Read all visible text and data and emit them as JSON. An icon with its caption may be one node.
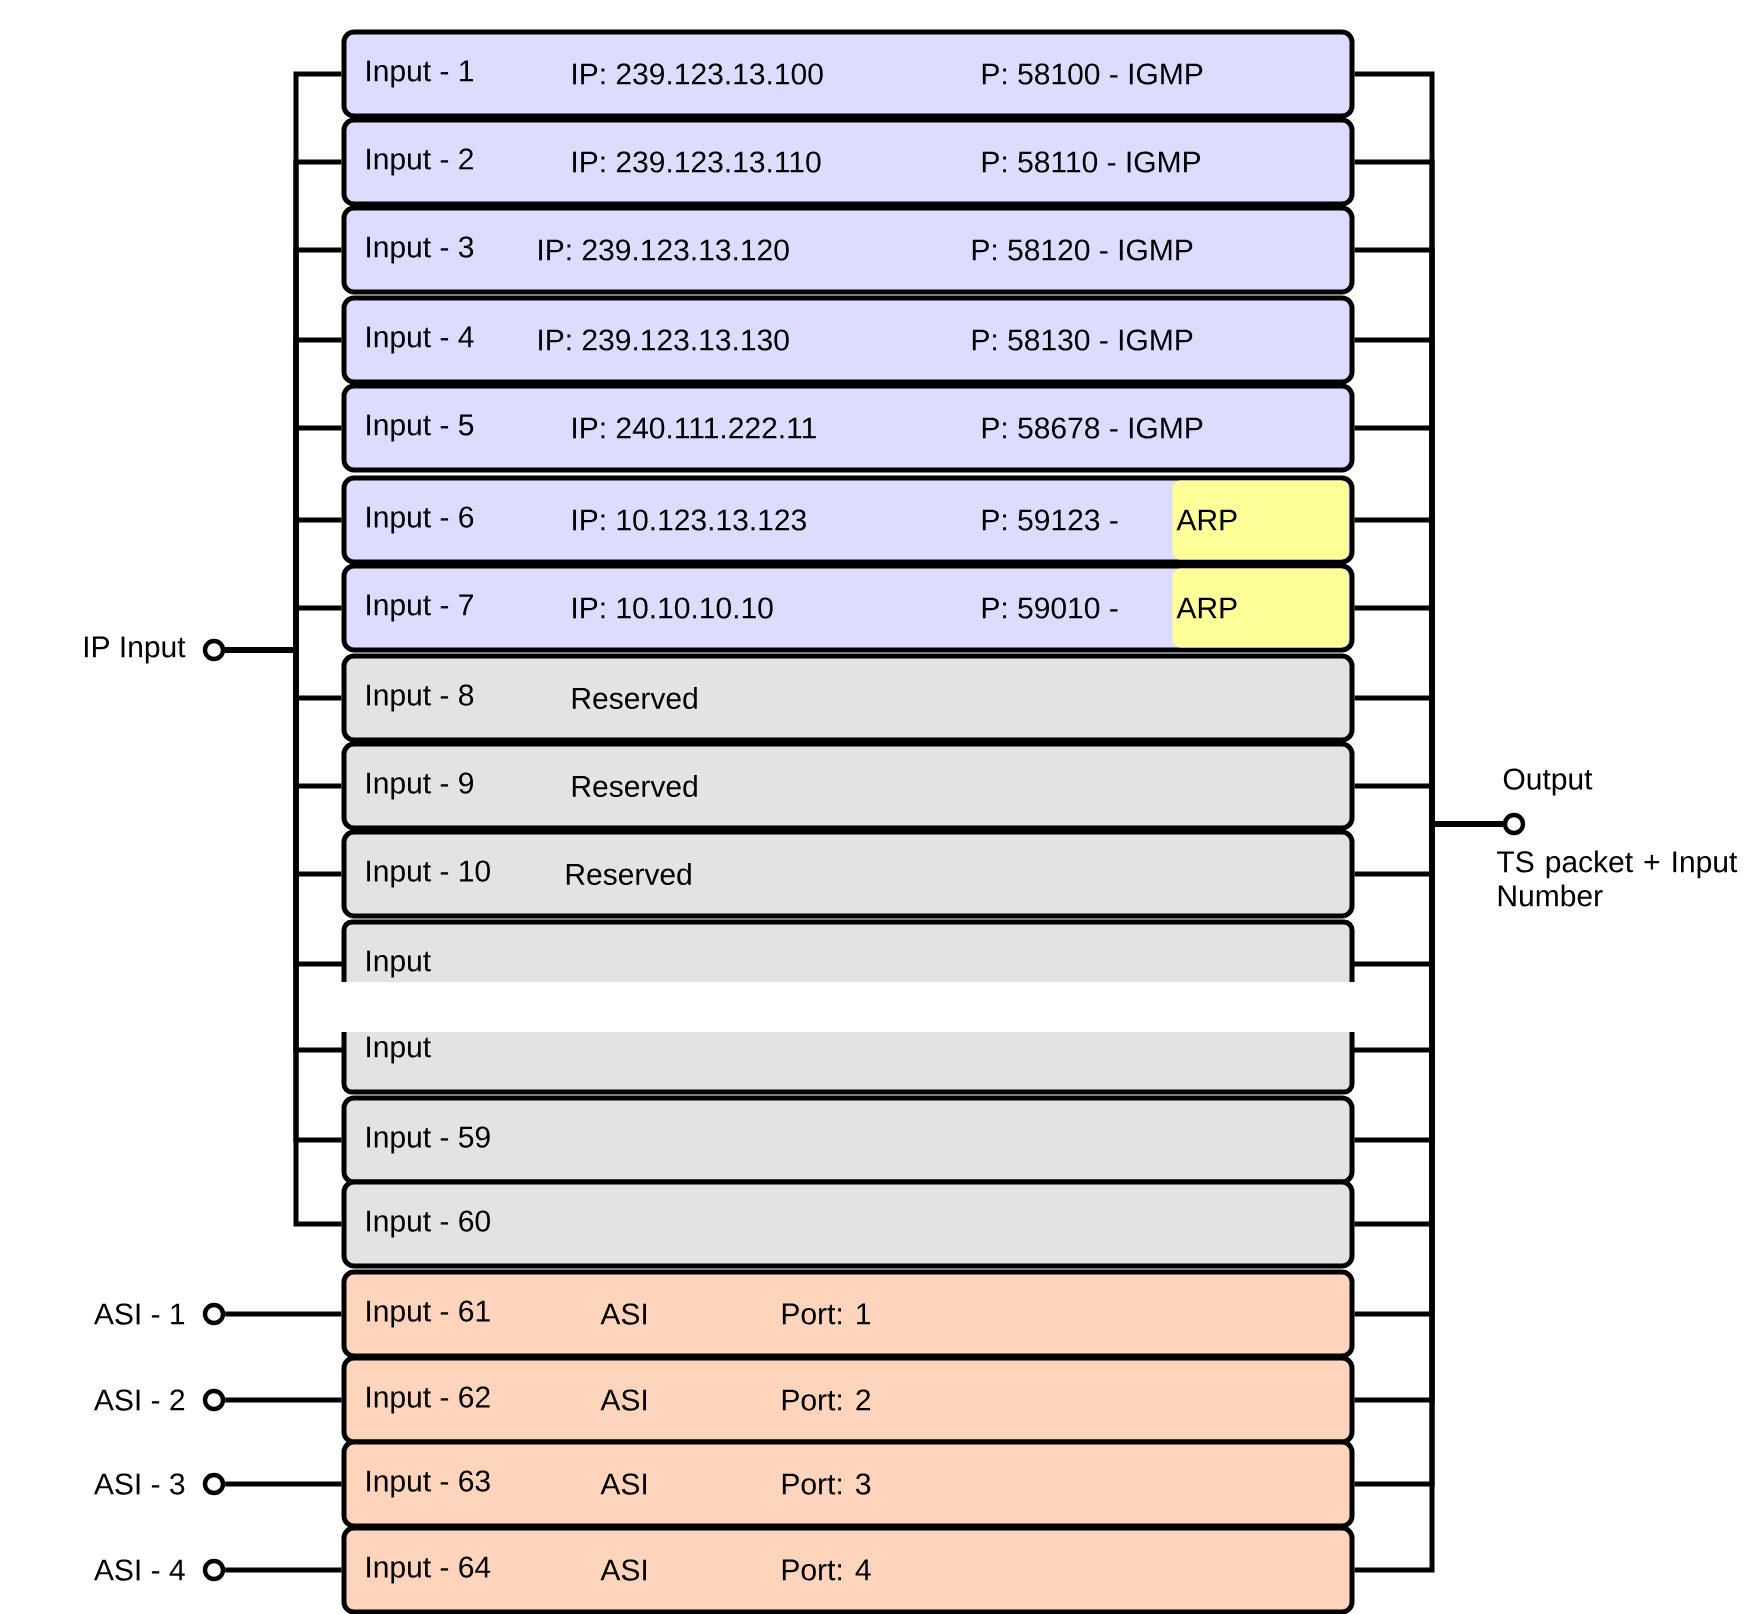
{
  "diagram": {
    "nodes": [
      {
        "text": [
          "Input - 1",
          "IP: 239.123.13.100",
          "P: 58100 - IGMP"
        ]
      },
      {
        "text": [
          "Input - 2",
          "IP: 239.123.13.110",
          "P: 58110 - IGMP"
        ]
      },
      {
        "text": [
          "Input - 3",
          "IP: 239.123.13.120",
          "P: 58120 - IGMP"
        ]
      },
      {
        "text": [
          "Input - 4",
          "IP: 239.123.13.130",
          "P: 58130 - IGMP"
        ]
      },
      {
        "text": [
          "Input - 5",
          "IP: 240.111.222.11",
          "P: 58678 - IGMP"
        ]
      },
      {
        "text": [
          "Input - 6",
          "IP:  10.123.13.123",
          "P: 59123 -"
        ]
      },
      {
        "text": [
          "Input - 7",
          "IP:  10.10.10.10",
          "P: 59010 -"
        ]
      },
      {
        "text": [
          "Input - 8",
          "Reserved"
        ]
      },
      {
        "text": [
          "Input - 9",
          "Reserved"
        ]
      },
      {
        "text": [
          "Input - 10",
          "Reserved"
        ]
      },
      {
        "text": [
          "Input"
        ]
      },
      {
        "text": [
          "Input"
        ]
      },
      {
        "text": [
          "Input - 59"
        ]
      },
      {
        "text": [
          "Input - 60"
        ]
      },
      {
        "text": [
          "Input - 61",
          "ASI",
          "Port: 1"
        ]
      },
      {
        "text": [
          "Input - 62",
          "ASI",
          "Port: 2"
        ]
      },
      {
        "text": [
          "Input - 63",
          "ASI",
          "Port: 3"
        ]
      },
      {
        "text": [
          "Input - 64",
          "ASI",
          "Port: 4"
        ]
      },
      {
        "text": [
          "ARP"
        ],
        "in": 5
      },
      {
        "text": [
          "ARP"
        ],
        "in": 6
      },
      {
        "text": [],
        "shape": "circle",
        "beside": [
          "IP Input"
        ]
      },
      {
        "text": [],
        "shape": "circle",
        "beside": [
          "ASI - 1"
        ]
      },
      {
        "text": [],
        "shape": "circle",
        "beside": [
          "ASI - 2"
        ]
      },
      {
        "text": [],
        "shape": "circle",
        "beside": [
          "ASI - 3"
        ]
      },
      {
        "text": [],
        "shape": "circle",
        "beside": [
          "ASI - 4"
        ]
      },
      {
        "text": [],
        "shape": "circle",
        "beside": [
          "Output",
          "TS packet + Input Number"
        ]
      }
    ],
    "edges": [
      {
        "from": 20,
        "to": 0,
        "arrow": "none"
      },
      {
        "from": 20,
        "to": 1,
        "arrow": "none"
      },
      {
        "from": 20,
        "to": 2,
        "arrow": "none"
      },
      {
        "from": 20,
        "to": 3,
        "arrow": "none"
      },
      {
        "from": 20,
        "to": 4,
        "arrow": "none"
      },
      {
        "from": 20,
        "to": 5,
        "arrow": "none"
      },
      {
        "from": 20,
        "to": 6,
        "arrow": "none"
      },
      {
        "from": 20,
        "to": 7,
        "arrow": "none"
      },
      {
        "from": 20,
        "to": 8,
        "arrow": "none"
      },
      {
        "from": 20,
        "to": 9,
        "arrow": "none"
      },
      {
        "from": 20,
        "to": 10,
        "arrow": "none"
      },
      {
        "from": 20,
        "to": 11,
        "arrow": "none"
      },
      {
        "from": 20,
        "to": 12,
        "arrow": "none"
      },
      {
        "from": 20,
        "to": 13,
        "arrow": "none"
      },
      {
        "from": 21,
        "to": 14,
        "arrow": "none"
      },
      {
        "from": 22,
        "to": 15,
        "arrow": "none"
      },
      {
        "from": 23,
        "to": 16,
        "arrow": "none"
      },
      {
        "from": 24,
        "to": 17,
        "arrow": "none"
      },
      {
        "from": 0,
        "to": 25,
        "arrow": "none"
      },
      {
        "from": 1,
        "to": 25,
        "arrow": "none"
      },
      {
        "from": 2,
        "to": 25,
        "arrow": "none"
      },
      {
        "from": 3,
        "to": 25,
        "arrow": "none"
      },
      {
        "from": 4,
        "to": 25,
        "arrow": "none"
      },
      {
        "from": 5,
        "to": 25,
        "arrow": "none"
      },
      {
        "from": 6,
        "to": 25,
        "arrow": "none"
      },
      {
        "from": 7,
        "to": 25,
        "arrow": "none"
      },
      {
        "from": 8,
        "to": 25,
        "arrow": "none"
      },
      {
        "from": 9,
        "to": 25,
        "arrow": "none"
      },
      {
        "from": 10,
        "to": 25,
        "arrow": "none"
      },
      {
        "from": 11,
        "to": 25,
        "arrow": "none"
      },
      {
        "from": 12,
        "to": 25,
        "arrow": "none"
      },
      {
        "from": 13,
        "to": 25,
        "arrow": "none"
      },
      {
        "from": 14,
        "to": 25,
        "arrow": "none"
      },
      {
        "from": 15,
        "to": 25,
        "arrow": "none"
      },
      {
        "from": 16,
        "to": 25,
        "arrow": "none"
      },
      {
        "from": 17,
        "to": 25,
        "arrow": "none"
      }
    ]
  }
}
